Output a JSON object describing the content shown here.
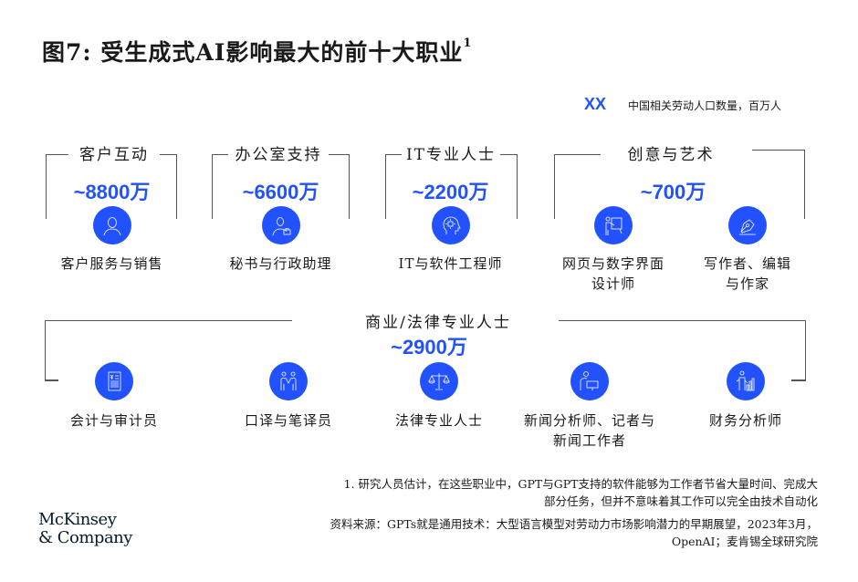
{
  "title": {
    "text": "图7: 受生成式AI影响最大的前十大职业",
    "superscript": "1"
  },
  "legend": {
    "symbol": "XX",
    "text": "中国相关劳动人口数量，百万人",
    "color": "#2251ff"
  },
  "groups": [
    {
      "name": "客户互动",
      "value": "~8800万",
      "jobs": [
        {
          "label": "客户服务与销售",
          "icon": "customer-service-person-icon"
        }
      ]
    },
    {
      "name": "办公室支持",
      "value": "~6600万",
      "jobs": [
        {
          "label": "秘书与行政助理",
          "icon": "secretary-briefcase-icon"
        }
      ]
    },
    {
      "name": "IT专业人士",
      "value": "~2200万",
      "jobs": [
        {
          "label": "IT与软件工程师",
          "icon": "head-chip-icon"
        }
      ]
    },
    {
      "name": "创意与艺术",
      "value": "~700万",
      "jobs": [
        {
          "label": "网页与数字界面",
          "label2": "设计师",
          "icon": "presenter-board-icon"
        },
        {
          "label": "写作者、编辑",
          "label2": "与作家",
          "icon": "pen-nib-icon"
        }
      ]
    },
    {
      "name": "商业/法律专业人士",
      "value": "~2900万",
      "jobs": [
        {
          "label": "会计与审计员",
          "icon": "yen-document-icon"
        },
        {
          "label": "口译与笔译员",
          "icon": "two-people-icon"
        },
        {
          "label": "法律专业人士",
          "icon": "scales-icon"
        },
        {
          "label": "新闻分析师、记者与",
          "label2": "新闻工作者",
          "icon": "person-monitor-icon"
        },
        {
          "label": "财务分析师",
          "icon": "person-bar-chart-icon"
        }
      ]
    }
  ],
  "footnotes": {
    "note1_line1": "1. 研究人员估计，在这些职业中，GPT与GPT支持的软件能够为工作者节省大量时间、完成大",
    "note1_line2": "部分任务，但并不意味着其工作可以完全由技术自动化",
    "source_line1": "资料来源：GPTs就是通用技术：大型语言模型对劳动力市场影响潜力的早期展望，2023年3月，",
    "source_line2": "OpenAI；麦肯锡全球研究院"
  },
  "logo": {
    "line1": "McKinsey",
    "line2": "& Company"
  },
  "colors": {
    "accent": "#2251ff",
    "line": "#555555"
  }
}
